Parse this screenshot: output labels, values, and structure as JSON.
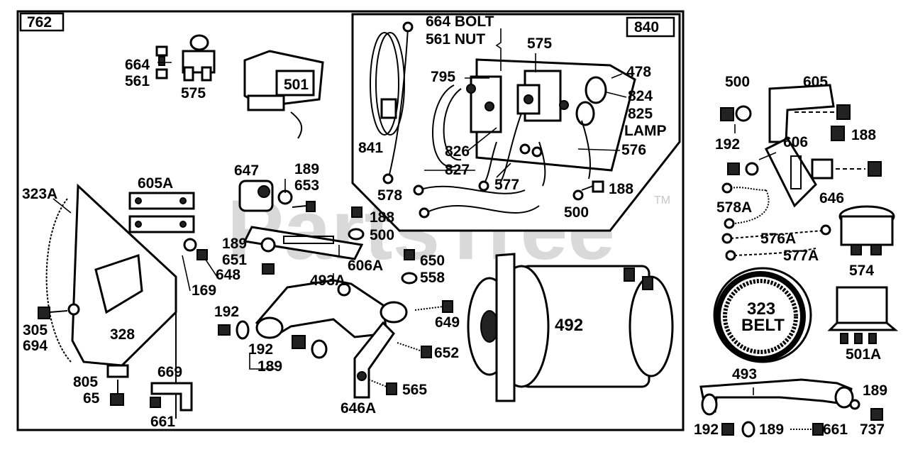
{
  "diagram": {
    "frame_label": "762",
    "inset_label": "840",
    "watermark": "PartsTree",
    "trademark": "TM",
    "labels": {
      "p664_bolt": "664 BOLT",
      "p561_nut": "561 NUT",
      "p575_inset": "575",
      "p478": "478",
      "p795": "795",
      "p824": "824",
      "p825": "825",
      "lamp": "LAMP",
      "p841": "841",
      "p826": "826",
      "p827": "827",
      "p577": "577",
      "p576": "576",
      "p578": "578",
      "p500_inset": "500",
      "p188_inset": "188",
      "p664": "664",
      "p561": "561",
      "p575": "575",
      "p501": "501",
      "p647": "647",
      "p189_a": "189",
      "p653": "653",
      "p605a": "605A",
      "p323a": "323A",
      "p188_a": "188",
      "p500_a": "500",
      "p189_b": "189",
      "p651": "651",
      "p648": "648",
      "p169": "169",
      "p606a": "606A",
      "p650": "650",
      "p558": "558",
      "p493a": "493A",
      "p649": "649",
      "p192_a": "192",
      "p192_b": "192",
      "p189_c": "189",
      "p652": "652",
      "p305": "305",
      "p694": "694",
      "p328": "328",
      "p805": "805",
      "p65": "65",
      "p669": "669",
      "p661": "661",
      "p646a": "646A",
      "p565": "565",
      "p492": "492",
      "p500_r": "500",
      "p605": "605",
      "p192_r": "192",
      "p188_r": "188",
      "p606": "606",
      "p646": "646",
      "p578a": "578A",
      "p576a": "576A",
      "p577a": "577A",
      "p574": "574",
      "p323": "323",
      "belt": "BELT",
      "p501a": "501A",
      "p493": "493",
      "p189_r": "189",
      "p192_bot": "192",
      "p189_bot": "189",
      "p661_bot": "661",
      "p737": "737"
    }
  }
}
